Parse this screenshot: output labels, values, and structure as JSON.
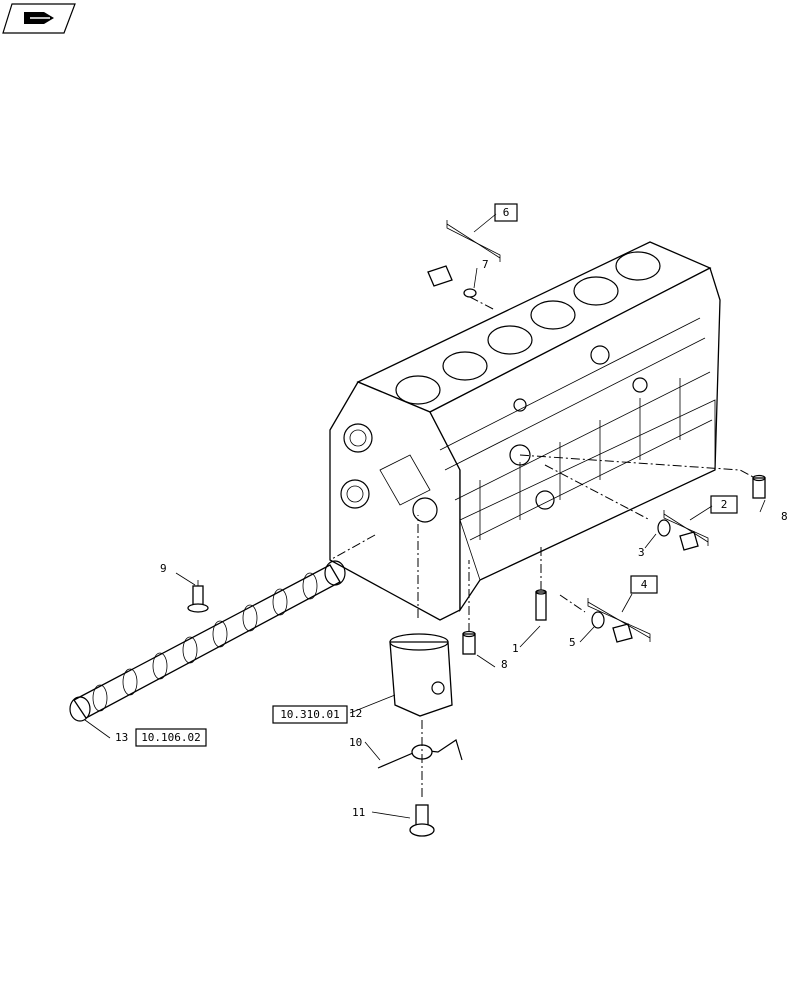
{
  "labels": {
    "assembly_6": "6",
    "assembly_2": "2",
    "assembly_4": "4",
    "ref_piston": "10.310.01",
    "ref_camshaft": "10.106.02"
  },
  "callouts": {
    "item_1": "1",
    "item_3": "3",
    "item_5": "5",
    "item_7": "7",
    "item_8": "8",
    "item_9": "9",
    "item_10": "10",
    "item_11": "11",
    "item_12": "12",
    "item_13": "13"
  },
  "icons": {
    "nav": "nav-back-icon"
  },
  "colors": {
    "line": "#000000",
    "background": "#ffffff"
  }
}
